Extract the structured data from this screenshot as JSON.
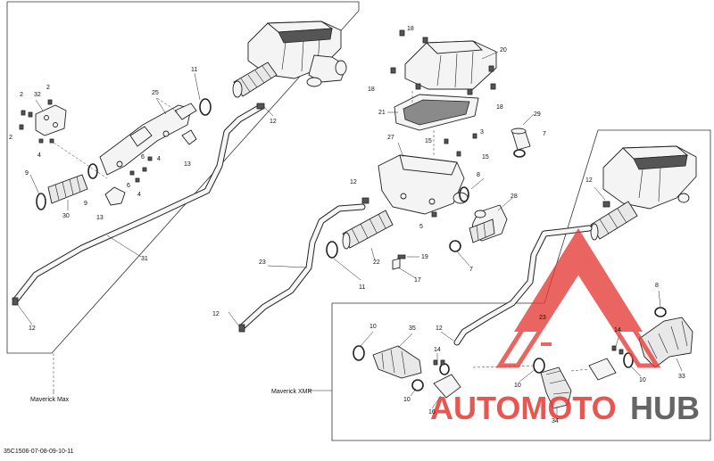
{
  "diagram": {
    "doc_code": "35C1506-07-08-09-10-11",
    "variants": {
      "left": "Maverick Max",
      "right": "Maverick XMR"
    },
    "watermark": {
      "brand_left": "AUTOMOTO",
      "brand_right": "HUB",
      "color_red": "#e53935",
      "color_gray": "#555555"
    },
    "callouts": {
      "c2a": "2",
      "c2b": "2",
      "c2c": "2",
      "c32": "32",
      "c4a": "4",
      "c25": "25",
      "c11a": "11",
      "c12a": "12",
      "c6a": "6",
      "c4b": "4",
      "c6b": "6",
      "c4c": "4",
      "c13a": "13",
      "c9a": "9",
      "c9b": "9",
      "c30": "30",
      "c13b": "13",
      "c31": "31",
      "c12b": "12",
      "c18a": "18",
      "c20": "20",
      "c18b": "18",
      "c18c": "18",
      "c21": "21",
      "c29": "29",
      "c3": "3",
      "c15a": "15",
      "c15b": "15",
      "c7a": "7",
      "c27": "27",
      "c8a": "8",
      "c12c": "12",
      "c28": "28",
      "c5": "5",
      "c19": "19",
      "c7b": "7",
      "c22": "22",
      "c23a": "23",
      "c11b": "11",
      "c17": "17",
      "c12d": "12",
      "c12e": "12",
      "c10a": "10",
      "c35": "35",
      "c12f": "12",
      "c14a": "14",
      "c23b": "23",
      "c8b": "8",
      "c14b": "14",
      "c10b": "10",
      "c16": "16",
      "c10c": "10",
      "c34": "34",
      "c10d": "10",
      "c33": "33"
    }
  }
}
